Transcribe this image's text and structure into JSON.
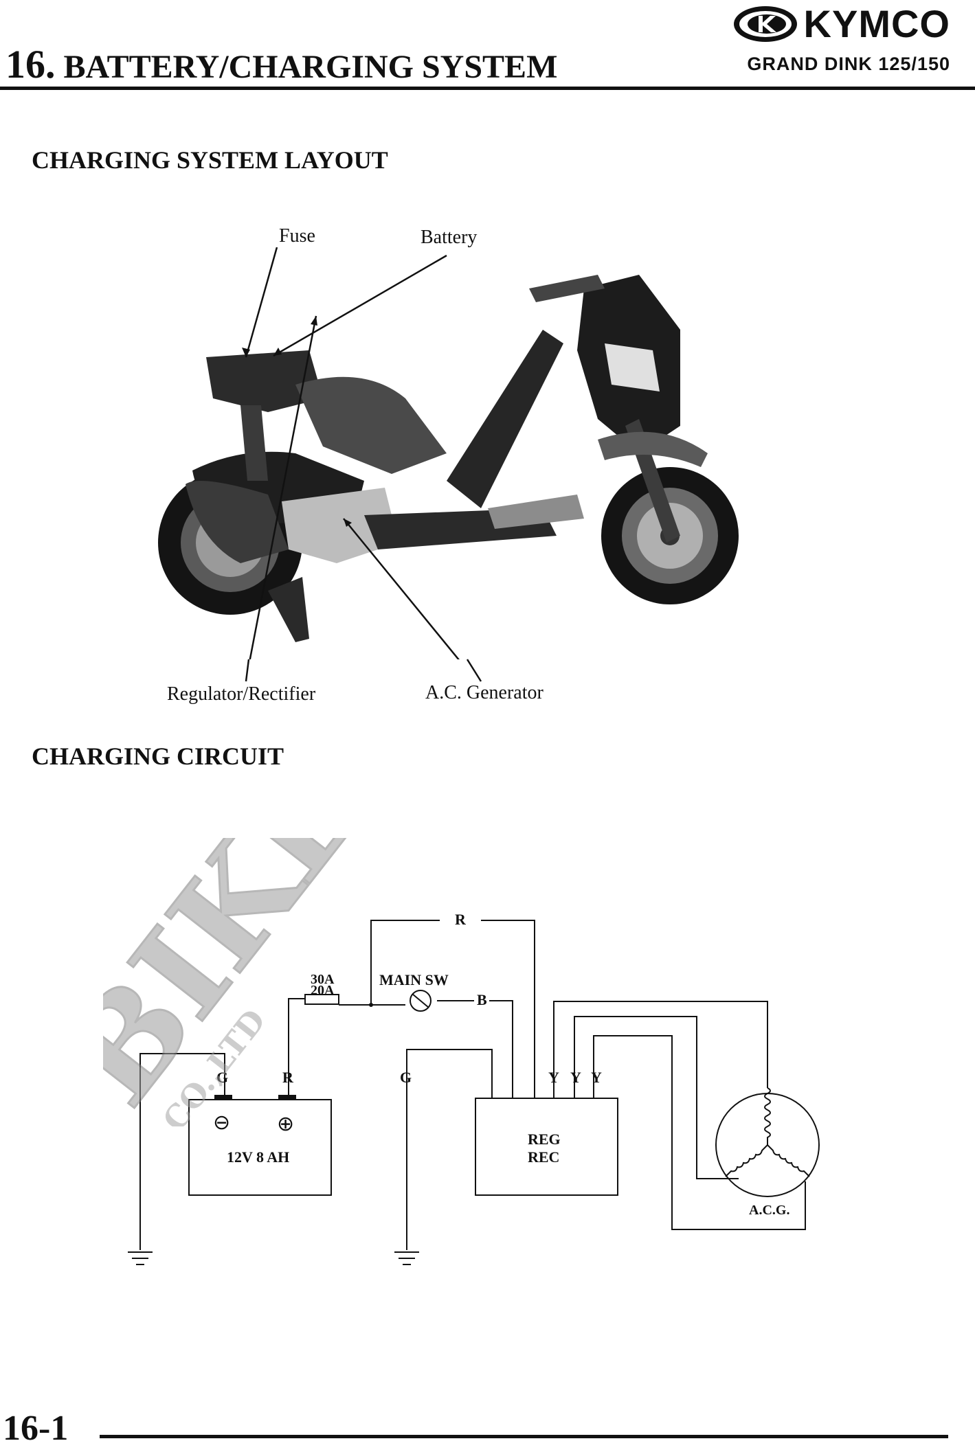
{
  "header": {
    "brand": "KYMCO",
    "chapter_number": "16.",
    "chapter_title": "BATTERY/CHARGING SYSTEM",
    "model": "GRAND DINK 125/150"
  },
  "sections": {
    "layout_title": "CHARGING SYSTEM LAYOUT",
    "circuit_title": "CHARGING CIRCUIT"
  },
  "layout_labels": {
    "fuse": "Fuse",
    "battery": "Battery",
    "regulator": "Regulator/Rectifier",
    "generator": "A.C. Generator"
  },
  "circuit": {
    "wire_r_top": "R",
    "fuse_30a": "30A",
    "fuse_20a": "20A",
    "main_switch": "MAIN SW",
    "wire_b": "B",
    "battery_g": "G",
    "battery_r": "R",
    "regrec_g": "G",
    "y1": "Y",
    "y2": "Y",
    "y3": "Y",
    "minus_symbol": "⊖",
    "plus_symbol": "⊕",
    "battery_spec": "12V 8 AH",
    "regrec_line1": "REG",
    "regrec_line2": "REC",
    "acg": "A.C.G."
  },
  "watermark": {
    "text": "BIKE-PARTS",
    "subtext": "CO.,LTD"
  },
  "footer": {
    "page_number": "16-1"
  }
}
